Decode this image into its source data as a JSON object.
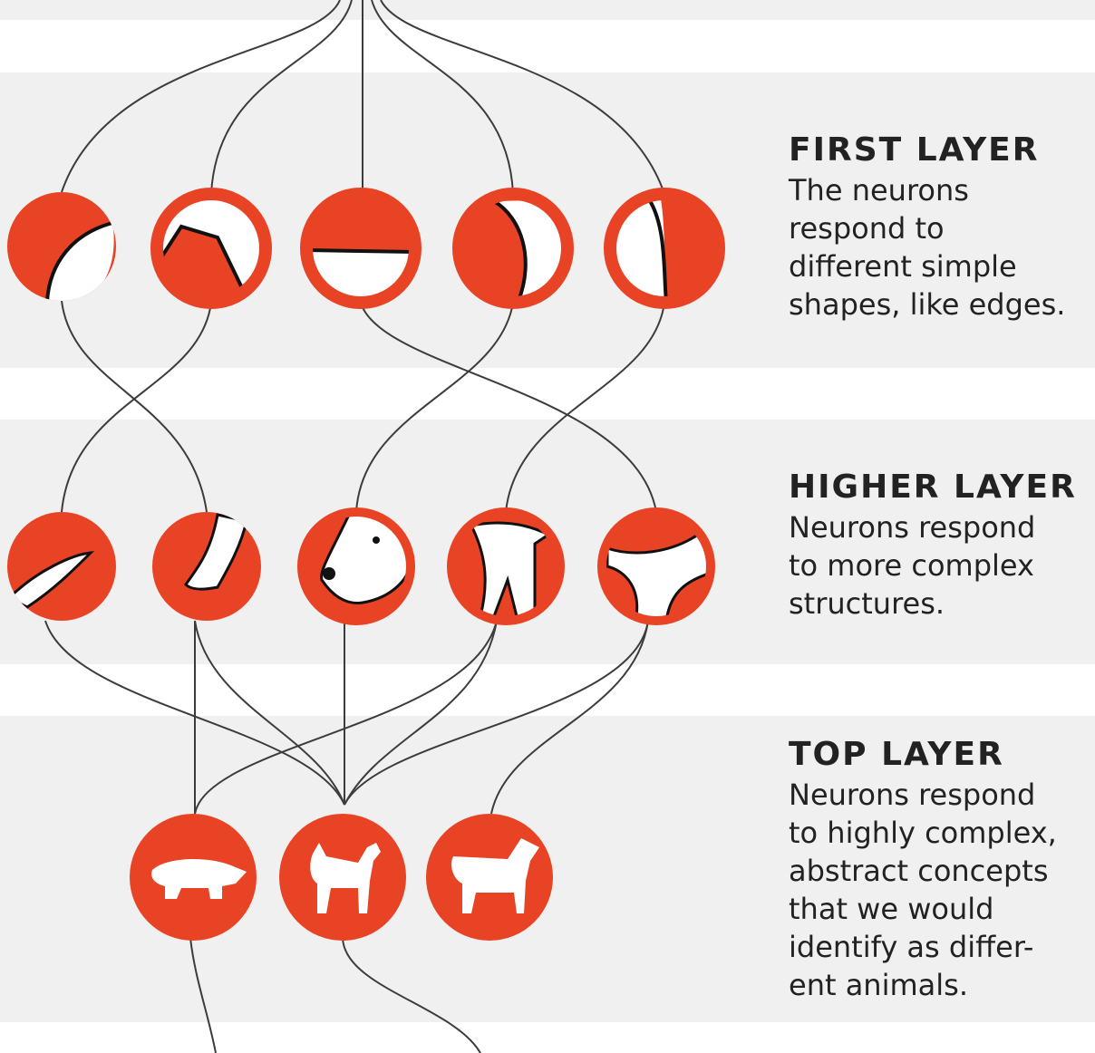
{
  "colors": {
    "neuron": "#e84325",
    "band": "#f0f0f0",
    "line": "#3c3c3c",
    "text": "#222222"
  },
  "layers": [
    {
      "key": "first",
      "title": "FIRST LAYER",
      "description": "The neurons\nrespond to\ndifferent simple\nshapes, like edges.",
      "neurons": [
        "curved-edge-icon",
        "angle-edge-icon",
        "horizontal-edge-icon",
        "arc-edge-icon",
        "vertical-edge-icon"
      ]
    },
    {
      "key": "higher",
      "title": "HIGHER LAYER",
      "description": "Neurons respond\nto more complex\nstructures.",
      "neurons": [
        "ear-shape-icon",
        "paw-icon",
        "dog-face-icon",
        "legs-icon",
        "tail-icon"
      ]
    },
    {
      "key": "top",
      "title": "TOP LAYER",
      "description": "Neurons respond\nto highly complex,\nabstract concepts\nthat we would\nidentify as differ-\nent animals.",
      "neurons": [
        "pig-icon",
        "dog-icon",
        "horse-icon"
      ]
    }
  ]
}
